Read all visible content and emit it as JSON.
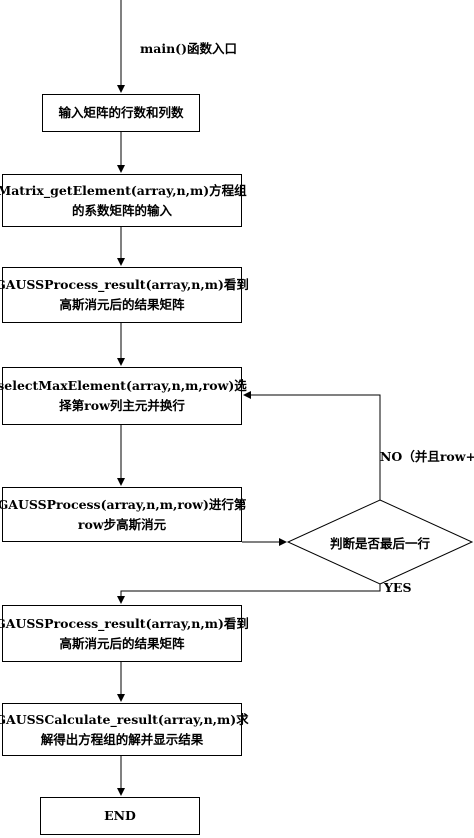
{
  "start_label": "main()函数入口",
  "steps": [
    {
      "lines": [
        "输入矩阵的行数和列数"
      ]
    },
    {
      "lines": [
        "Matrix_getElement(array,n,m)方程组",
        "的系数矩阵的输入"
      ]
    },
    {
      "lines": [
        "GAUSSProcess_result(array,n,m)看到",
        "高斯消元后的结果矩阵"
      ]
    },
    {
      "lines": [
        "selectMaxElement(array,n,m,row)选",
        "择第row列主元并换行"
      ]
    },
    {
      "lines": [
        "GAUSSProcess(array,n,m,row)进行第",
        "row步高斯消元"
      ]
    },
    {
      "lines": [
        "GAUSSProcess_result(array,n,m)看到",
        "高斯消元后的结果矩阵"
      ]
    },
    {
      "lines": [
        "GAUSSCalculate_result(array,n,m)求",
        "解得出方程组的解并显示结果"
      ]
    },
    {
      "lines": [
        "END"
      ]
    }
  ],
  "decision": {
    "text": "判断是否最后一行",
    "no_label": "NO（并且row+",
    "yes_label": "YES"
  }
}
